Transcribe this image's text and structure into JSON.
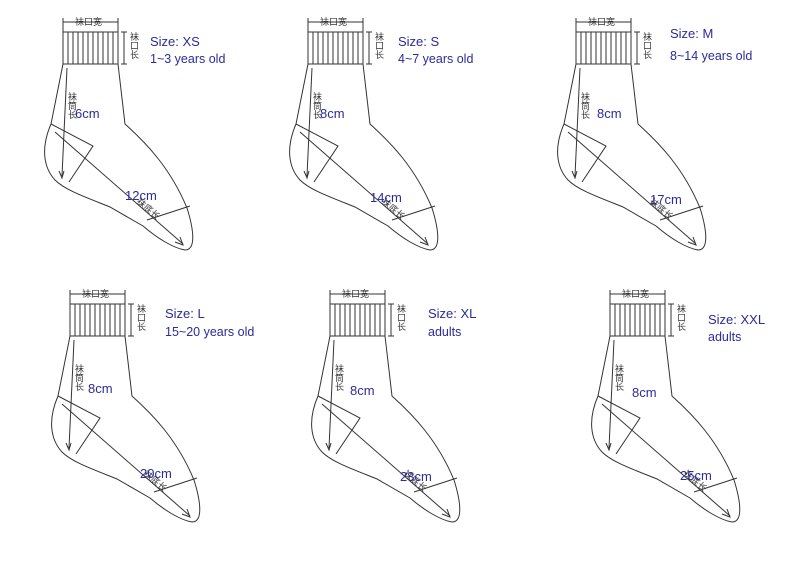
{
  "socks": [
    {
      "size": "Size: XS",
      "age": "1~3 years old",
      "leg": "6cm",
      "foot": "12cm"
    },
    {
      "size": "Size: S",
      "age": "4~7 years old",
      "leg": "8cm",
      "foot": "14cm"
    },
    {
      "size": "Size: M",
      "age": "8~14 years old",
      "leg": "8cm",
      "foot": "17cm"
    },
    {
      "size": "Size: L",
      "age": "15~20 years old",
      "leg": "8cm",
      "foot": "20cm"
    },
    {
      "size": "Size: XL",
      "age": "adults",
      "leg": "8cm",
      "foot": "23cm"
    },
    {
      "size": "Size: XXL",
      "age": "adults",
      "leg": "8cm",
      "foot": "25cm"
    }
  ],
  "labels": {
    "cuff_width": "袜口宽",
    "cuff_height": "袜口长",
    "leg_length": "袜筒长",
    "foot_length": "袜底长"
  },
  "colors": {
    "text": "#2b2b9a",
    "line": "#333333"
  }
}
